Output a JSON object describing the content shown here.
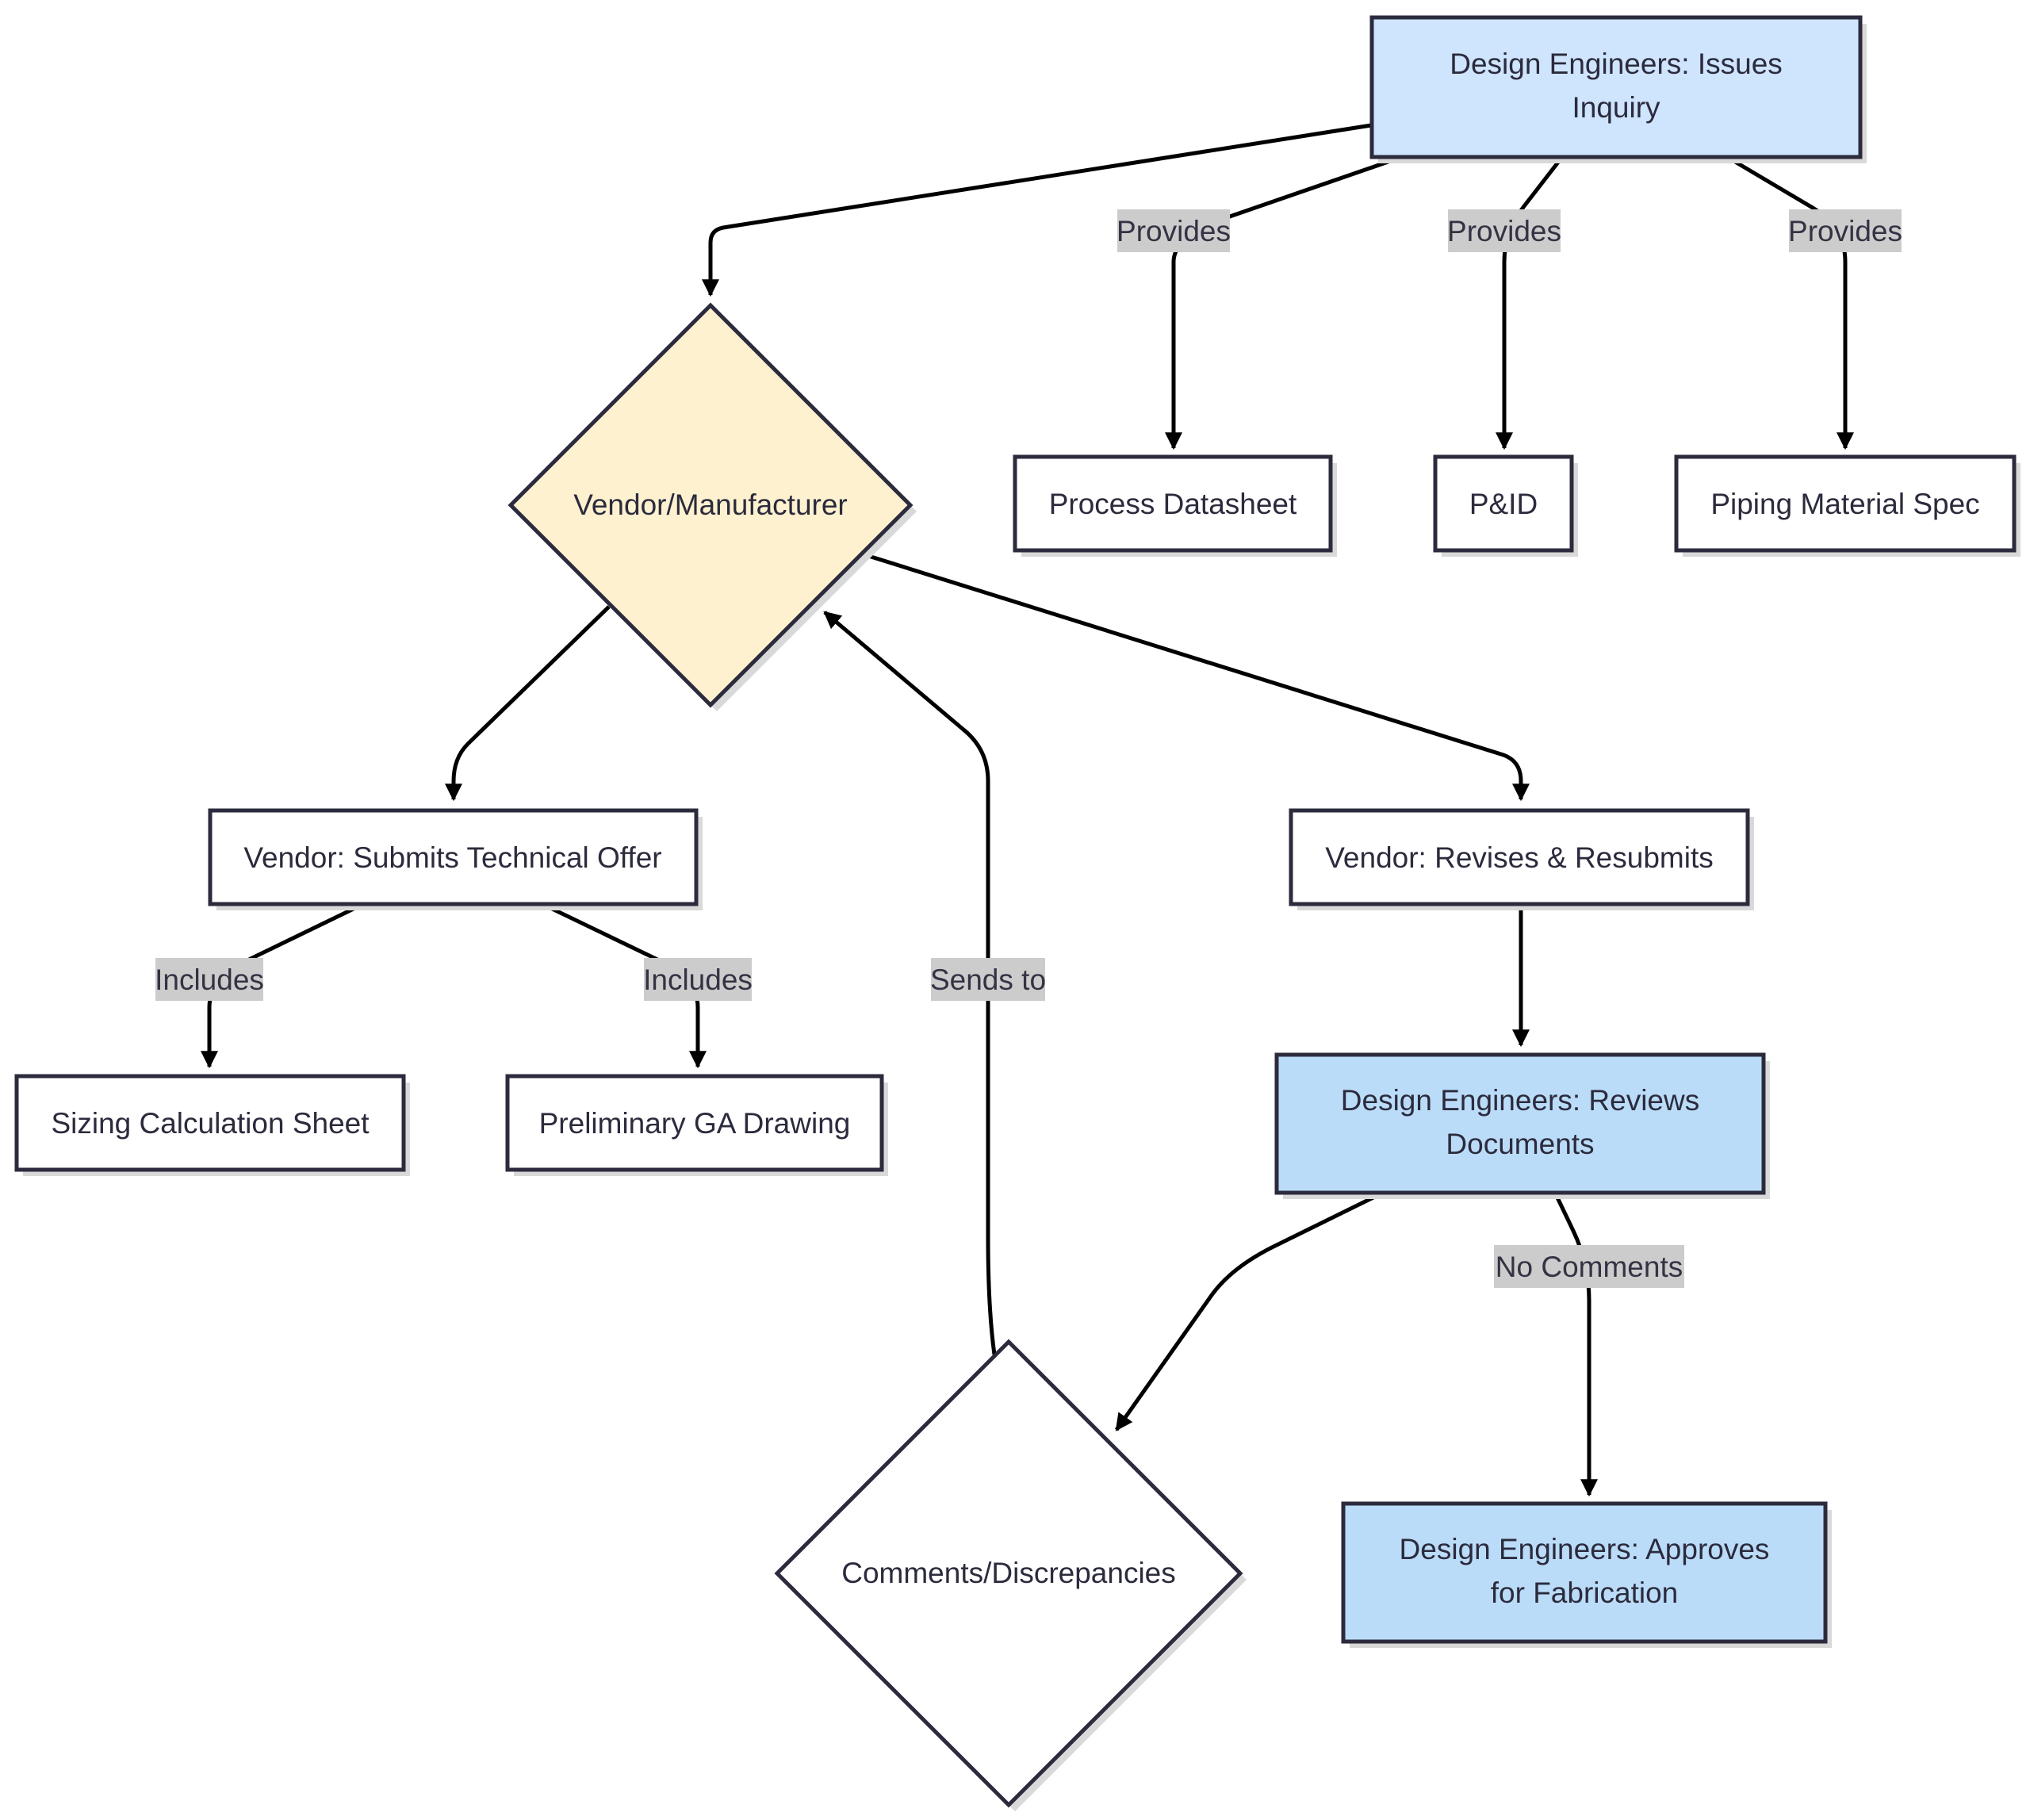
{
  "colors": {
    "engineer_fill": "#cfe4fd",
    "engineer_fill_dark": "#bbdcf8",
    "vendor_diamond_fill": "#fdf1cf",
    "plain_fill": "#ffffff",
    "border": "#2b2b3d",
    "edge": "#000000",
    "label_bg": "#cccccc"
  },
  "nodes": {
    "issues_inquiry": {
      "line1": "Design Engineers: Issues",
      "line2": "Inquiry"
    },
    "vendor_manufacturer": {
      "label": "Vendor/Manufacturer"
    },
    "process_datasheet": {
      "label": "Process Datasheet"
    },
    "pid": {
      "label": "P&ID"
    },
    "piping_material_spec": {
      "label": "Piping Material Spec"
    },
    "submits_technical_offer": {
      "label": "Vendor: Submits Technical Offer"
    },
    "revises_resubmits": {
      "label": "Vendor: Revises & Resubmits"
    },
    "sizing_calculation_sheet": {
      "label": "Sizing Calculation Sheet"
    },
    "preliminary_ga_drawing": {
      "label": "Preliminary GA Drawing"
    },
    "reviews_documents": {
      "line1": "Design Engineers: Reviews",
      "line2": "Documents"
    },
    "comments_discrepancies": {
      "label": "Comments/Discrepancies"
    },
    "approves_fabrication": {
      "line1": "Design Engineers: Approves",
      "line2": "for Fabrication"
    }
  },
  "edges": {
    "provides_datasheet": "Provides",
    "provides_pid": "Provides",
    "provides_spec": "Provides",
    "includes_sizing": "Includes",
    "includes_ga": "Includes",
    "sends_to": "Sends to",
    "no_comments": "No Comments"
  }
}
